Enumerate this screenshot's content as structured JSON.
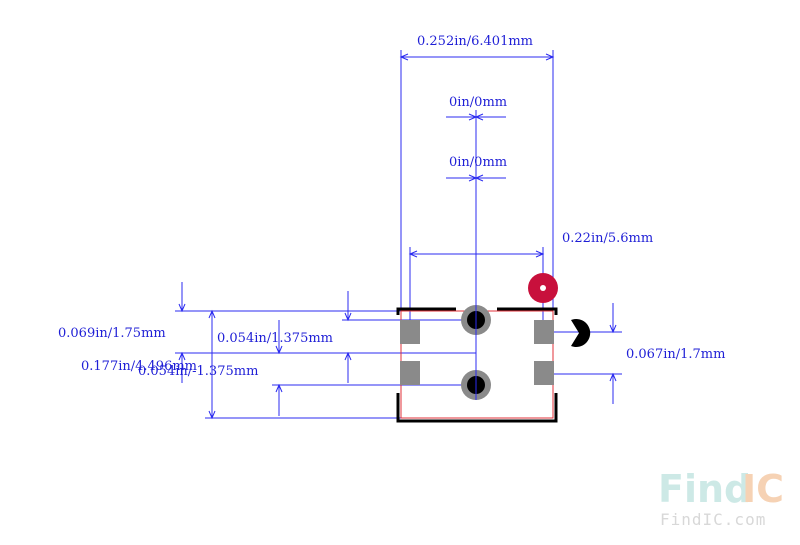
{
  "dimensions": {
    "overall_width": "0.252in/6.401mm",
    "pin_offset_top": "0in/0mm",
    "pin_offset_second": "0in/0mm",
    "pad_span": "0.22in/5.6mm",
    "total_height": "0.069in/1.75mm",
    "upper_pitch": "0.054in/1.375mm",
    "body_height": "0.177in/4.496mm",
    "lower_pitch": "0.054in/-1.375mm",
    "pad_pitch_right": "0.067in/1.7mm"
  },
  "watermark": {
    "logo_find": "Find",
    "logo_ic": "IC",
    "url": "FindIC.com"
  },
  "colors": {
    "dimension": "#2b2bf0",
    "text": "#1f1fd6",
    "outline": "#000000",
    "body": "#e0303a",
    "pad": "#8a8a8a",
    "pin1_marker": "#c8103c",
    "logo_find": "#cde9e6",
    "logo_ic": "#f6d2b4"
  }
}
